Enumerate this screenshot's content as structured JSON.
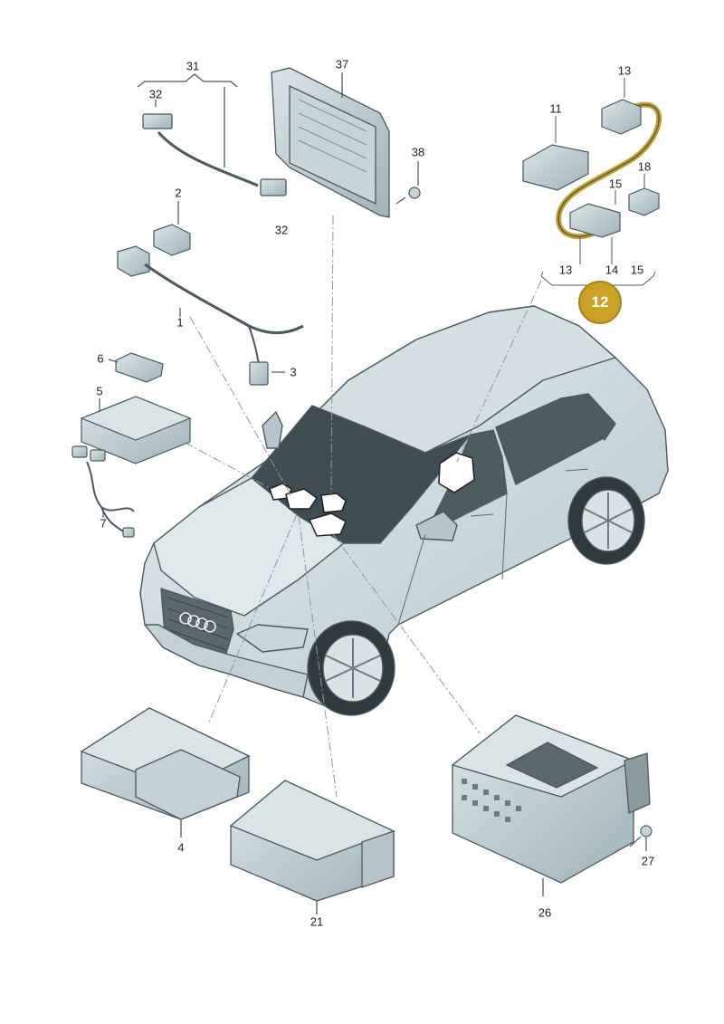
{
  "callouts": {
    "l31": "31",
    "l32a": "32",
    "l32b": "32",
    "l37": "37",
    "l38": "38",
    "l2": "2",
    "l1": "1",
    "l3": "3",
    "l6": "6",
    "l5": "5",
    "l7": "7",
    "l11": "11",
    "l13a": "13",
    "l18": "18",
    "l15a": "15",
    "l13b": "13",
    "l14": "14",
    "l15b": "15",
    "l4": "4",
    "l21": "21",
    "l26": "26",
    "l27": "27"
  },
  "highlight": {
    "label": "12",
    "color": "#c9a227"
  }
}
